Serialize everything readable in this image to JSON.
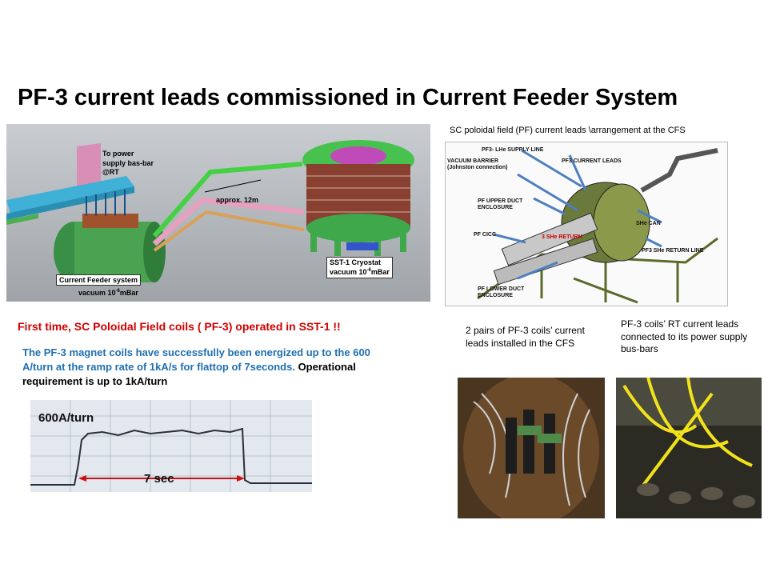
{
  "slide": {
    "title": "PF-3 current leads commissioned  in Current Feeder System"
  },
  "main_image": {
    "label_power": "To power\nsupply bas-bar\n@RT",
    "label_distance": "approx. 12m",
    "label_cryostat_line1": "SST-1 Cryostat",
    "label_cryostat_line2": "vacuum 10",
    "label_cryostat_exp": "-6",
    "label_cryostat_unit": "mBar",
    "label_cfs_line1": "Current Feeder system",
    "label_cfs_line2": "vacuum 10",
    "label_cfs_exp": "-6",
    "label_cfs_unit": "mBar"
  },
  "schematic": {
    "caption": "SC poloidal field (PF) current leads \\arrangement at the CFS",
    "labels": {
      "supply_line": "PF3- LHe SUPPLY LINE",
      "vacuum_barrier": "VACUUM BARRIER\n(Johnston connection)",
      "current_leads": "PF3 CURRENT LEADS",
      "upper_duct": "PF UPPER DUCT\nENCLOSURE",
      "she_can": "SHe CAN",
      "pf_cicc": "PF CICC",
      "return": "3 SHe RETURN",
      "return_line": "PF3 SHe RETURN LINE",
      "lower_duct": "PF LOWER DUCT\nENCLOSURE"
    }
  },
  "headline": "First time,  SC  Poloidal Field coils ( PF-3) operated in SST-1 !!",
  "description": {
    "blue_text": "The PF-3 magnet coils have successfully been energized up to the 600 A/turn at the ramp rate of 1kA/s for flattop of 7seconds.",
    "black_text": " Operational requirement is up to 1kA/turn"
  },
  "scope": {
    "label_current": "600A/turn",
    "label_time": "7 sec"
  },
  "photos": {
    "caption_left": " 2 pairs of PF-3 coils’ current\nleads installed in the CFS",
    "caption_right": " PF-3 coils’ RT current  leads connected to its power supply bus-bars"
  },
  "colors": {
    "title": "#000000",
    "headline": "#d00000",
    "description_blue": "#1f6fb2"
  }
}
